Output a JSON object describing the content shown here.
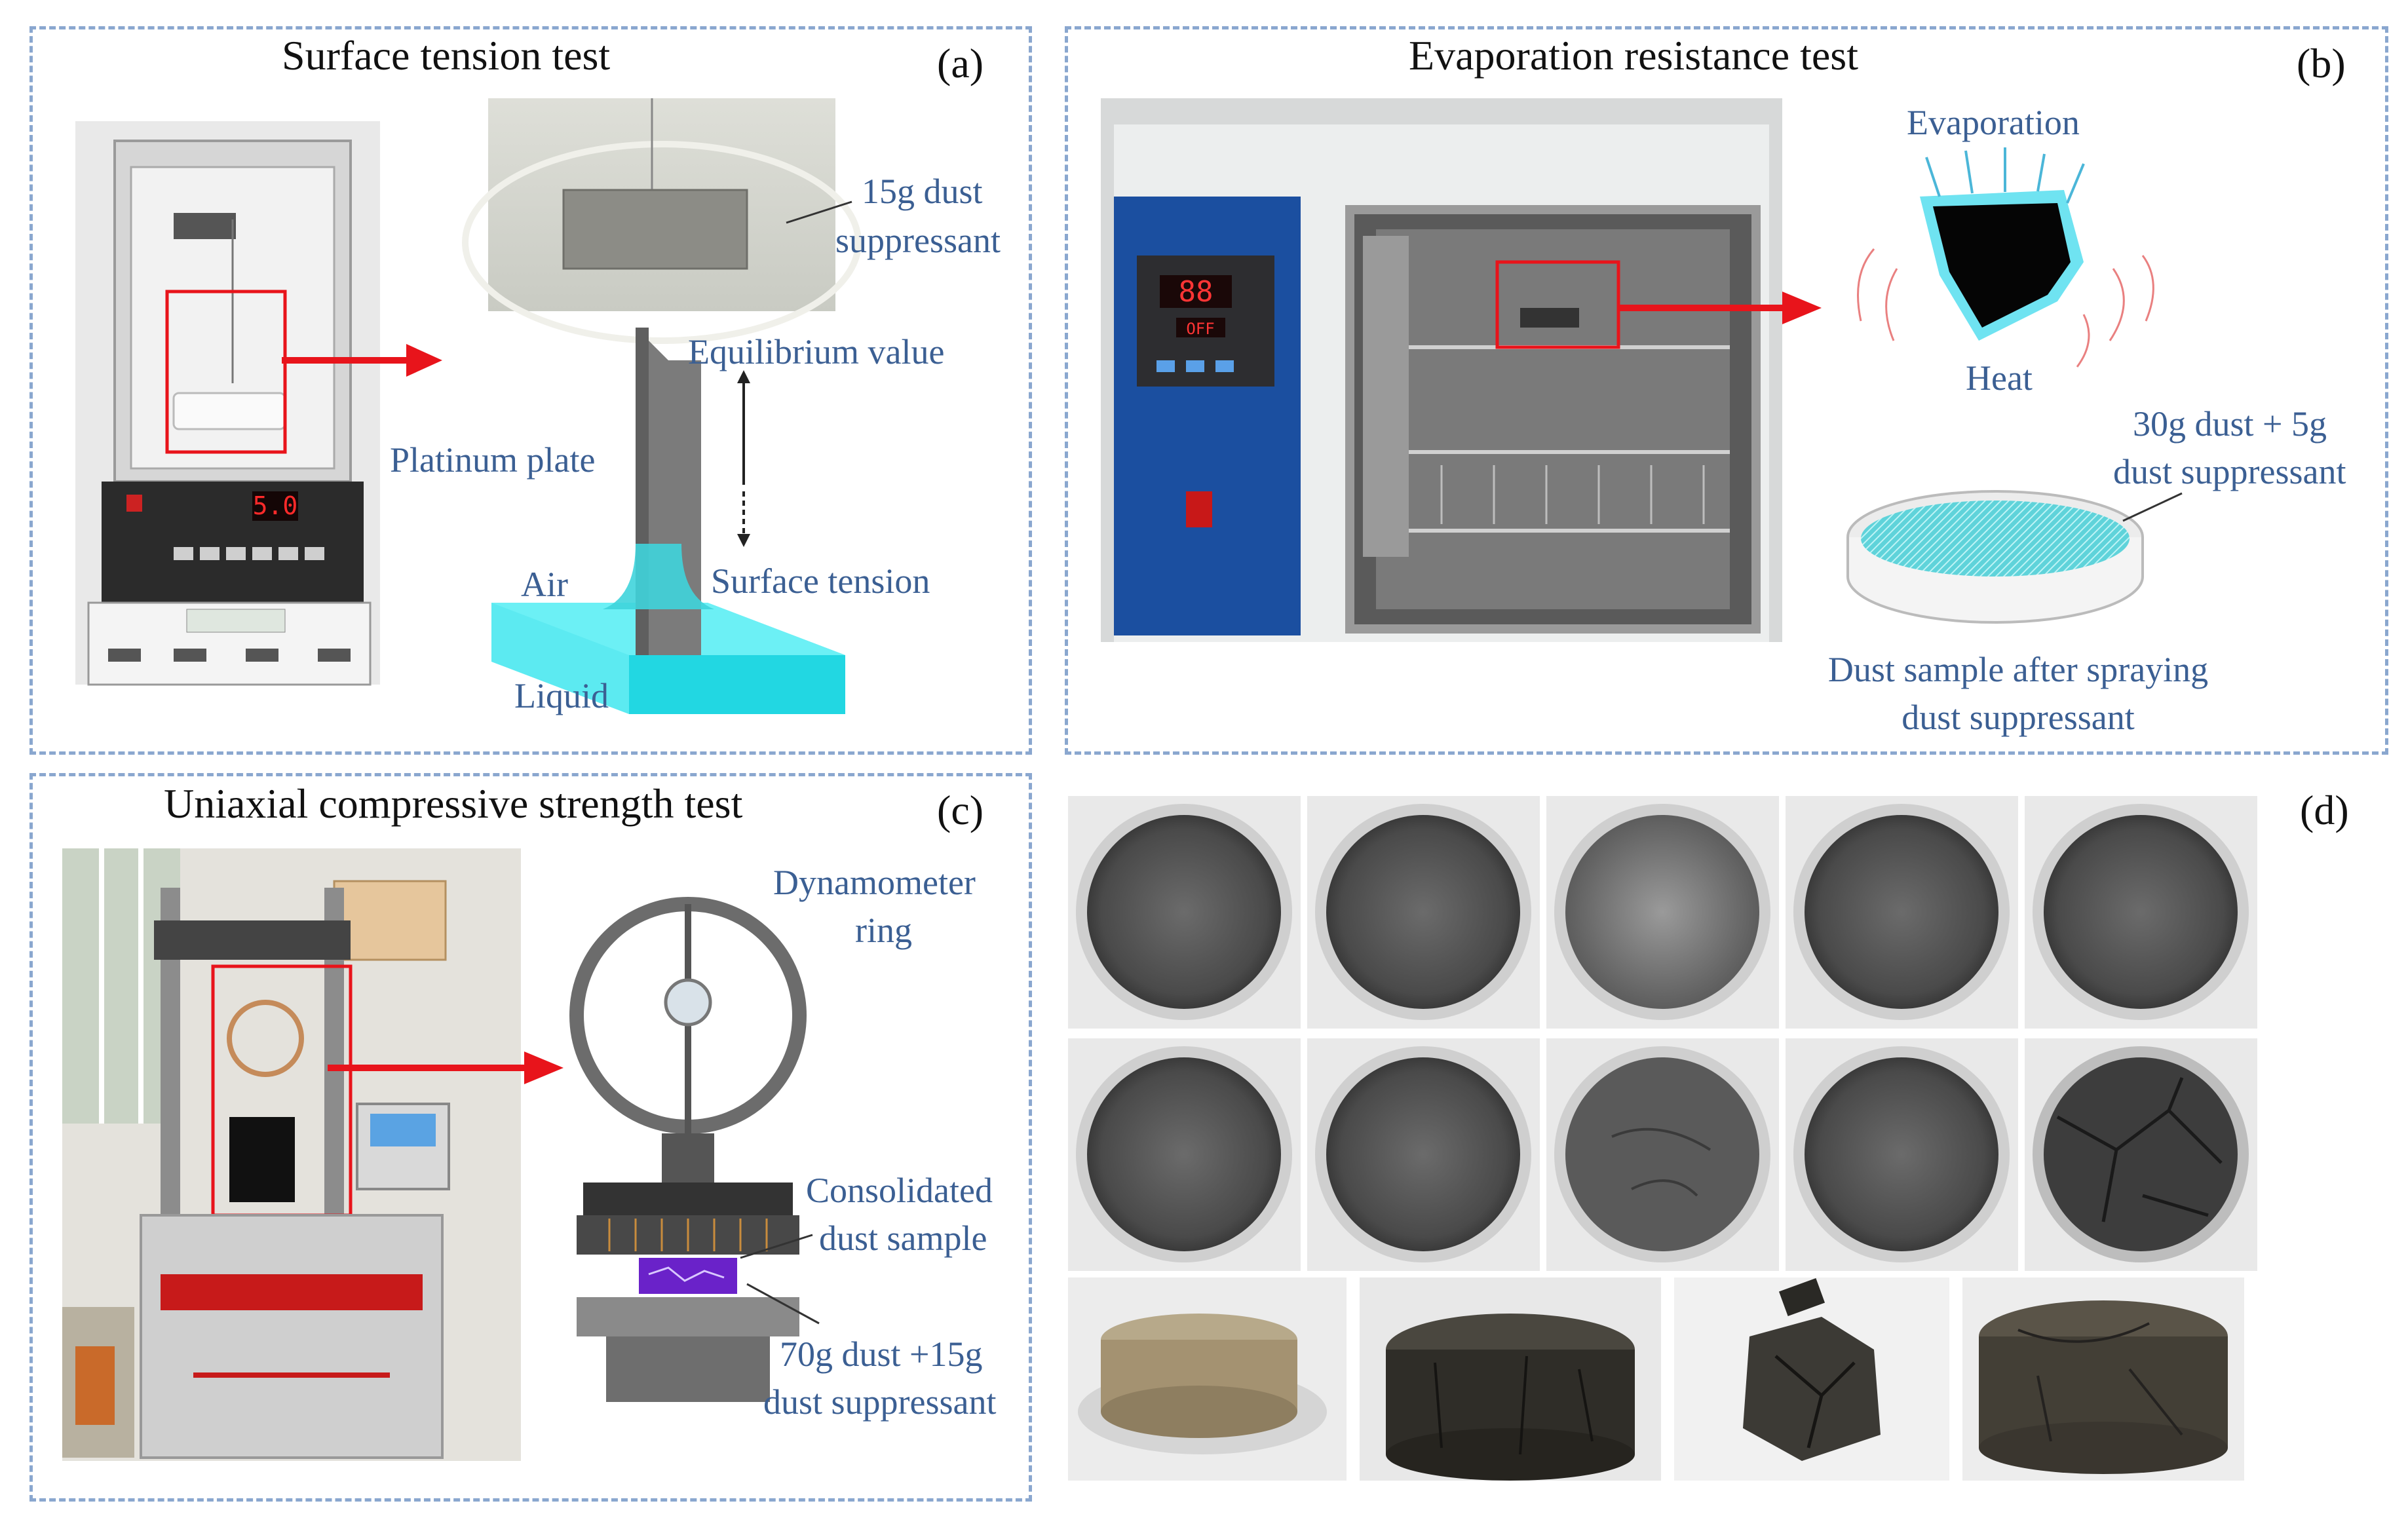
{
  "panels": {
    "a": {
      "title": "Surface tension test",
      "label": "(a)",
      "annotations": {
        "dust_line1": "15g dust",
        "dust_line2": "suppressant",
        "equilibrium": "Equilibrium value",
        "platinum": "Platinum plate",
        "air": "Air",
        "surface_tension": "Surface tension",
        "liquid": "Liquid"
      },
      "instrument_display": "5.0"
    },
    "b": {
      "title": "Evaporation resistance test",
      "label": "(b)",
      "annotations": {
        "evaporation": "Evaporation",
        "heat": "Heat",
        "dust_line1": "30g dust + 5g",
        "dust_line2": "dust suppressant",
        "sample_line1": "Dust sample after spraying",
        "sample_line2": "dust suppressant"
      },
      "oven_display_temp": "88",
      "oven_display_off": "OFF"
    },
    "c": {
      "title": "Uniaxial compressive strength test",
      "label": "(c)",
      "annotations": {
        "dyn_line1": "Dynamometer",
        "dyn_line2": "ring",
        "cons_line1": "Consolidated",
        "cons_line2": "dust sample",
        "mix_line1": "70g dust +15g",
        "mix_line2": "dust suppressant"
      }
    },
    "d": {
      "label": "(d)"
    }
  },
  "colors": {
    "panel_border": "#8aa7cf",
    "annotation_text": "#3b5f93",
    "liquid": "#3fe6ef",
    "arrow": "#e8141b"
  }
}
